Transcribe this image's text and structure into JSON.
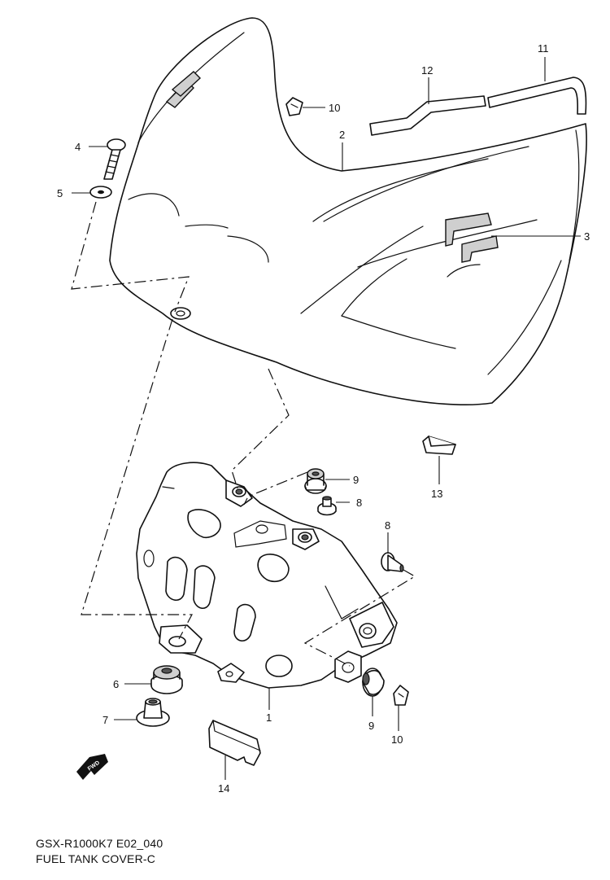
{
  "footer": {
    "model_code": "GSX-R1000K7 E02_040",
    "title": "FUEL TANK COVER-C"
  },
  "fwd_arrow_text": "FWD",
  "callouts": {
    "c1": "1",
    "c2": "2",
    "c3": "3",
    "c4": "4",
    "c5": "5",
    "c6": "6",
    "c7": "7",
    "c8a": "8",
    "c8b": "8",
    "c9a": "9",
    "c9b": "9",
    "c10a": "10",
    "c10b": "10",
    "c11": "11",
    "c12": "12",
    "c13": "13",
    "c14": "14"
  }
}
